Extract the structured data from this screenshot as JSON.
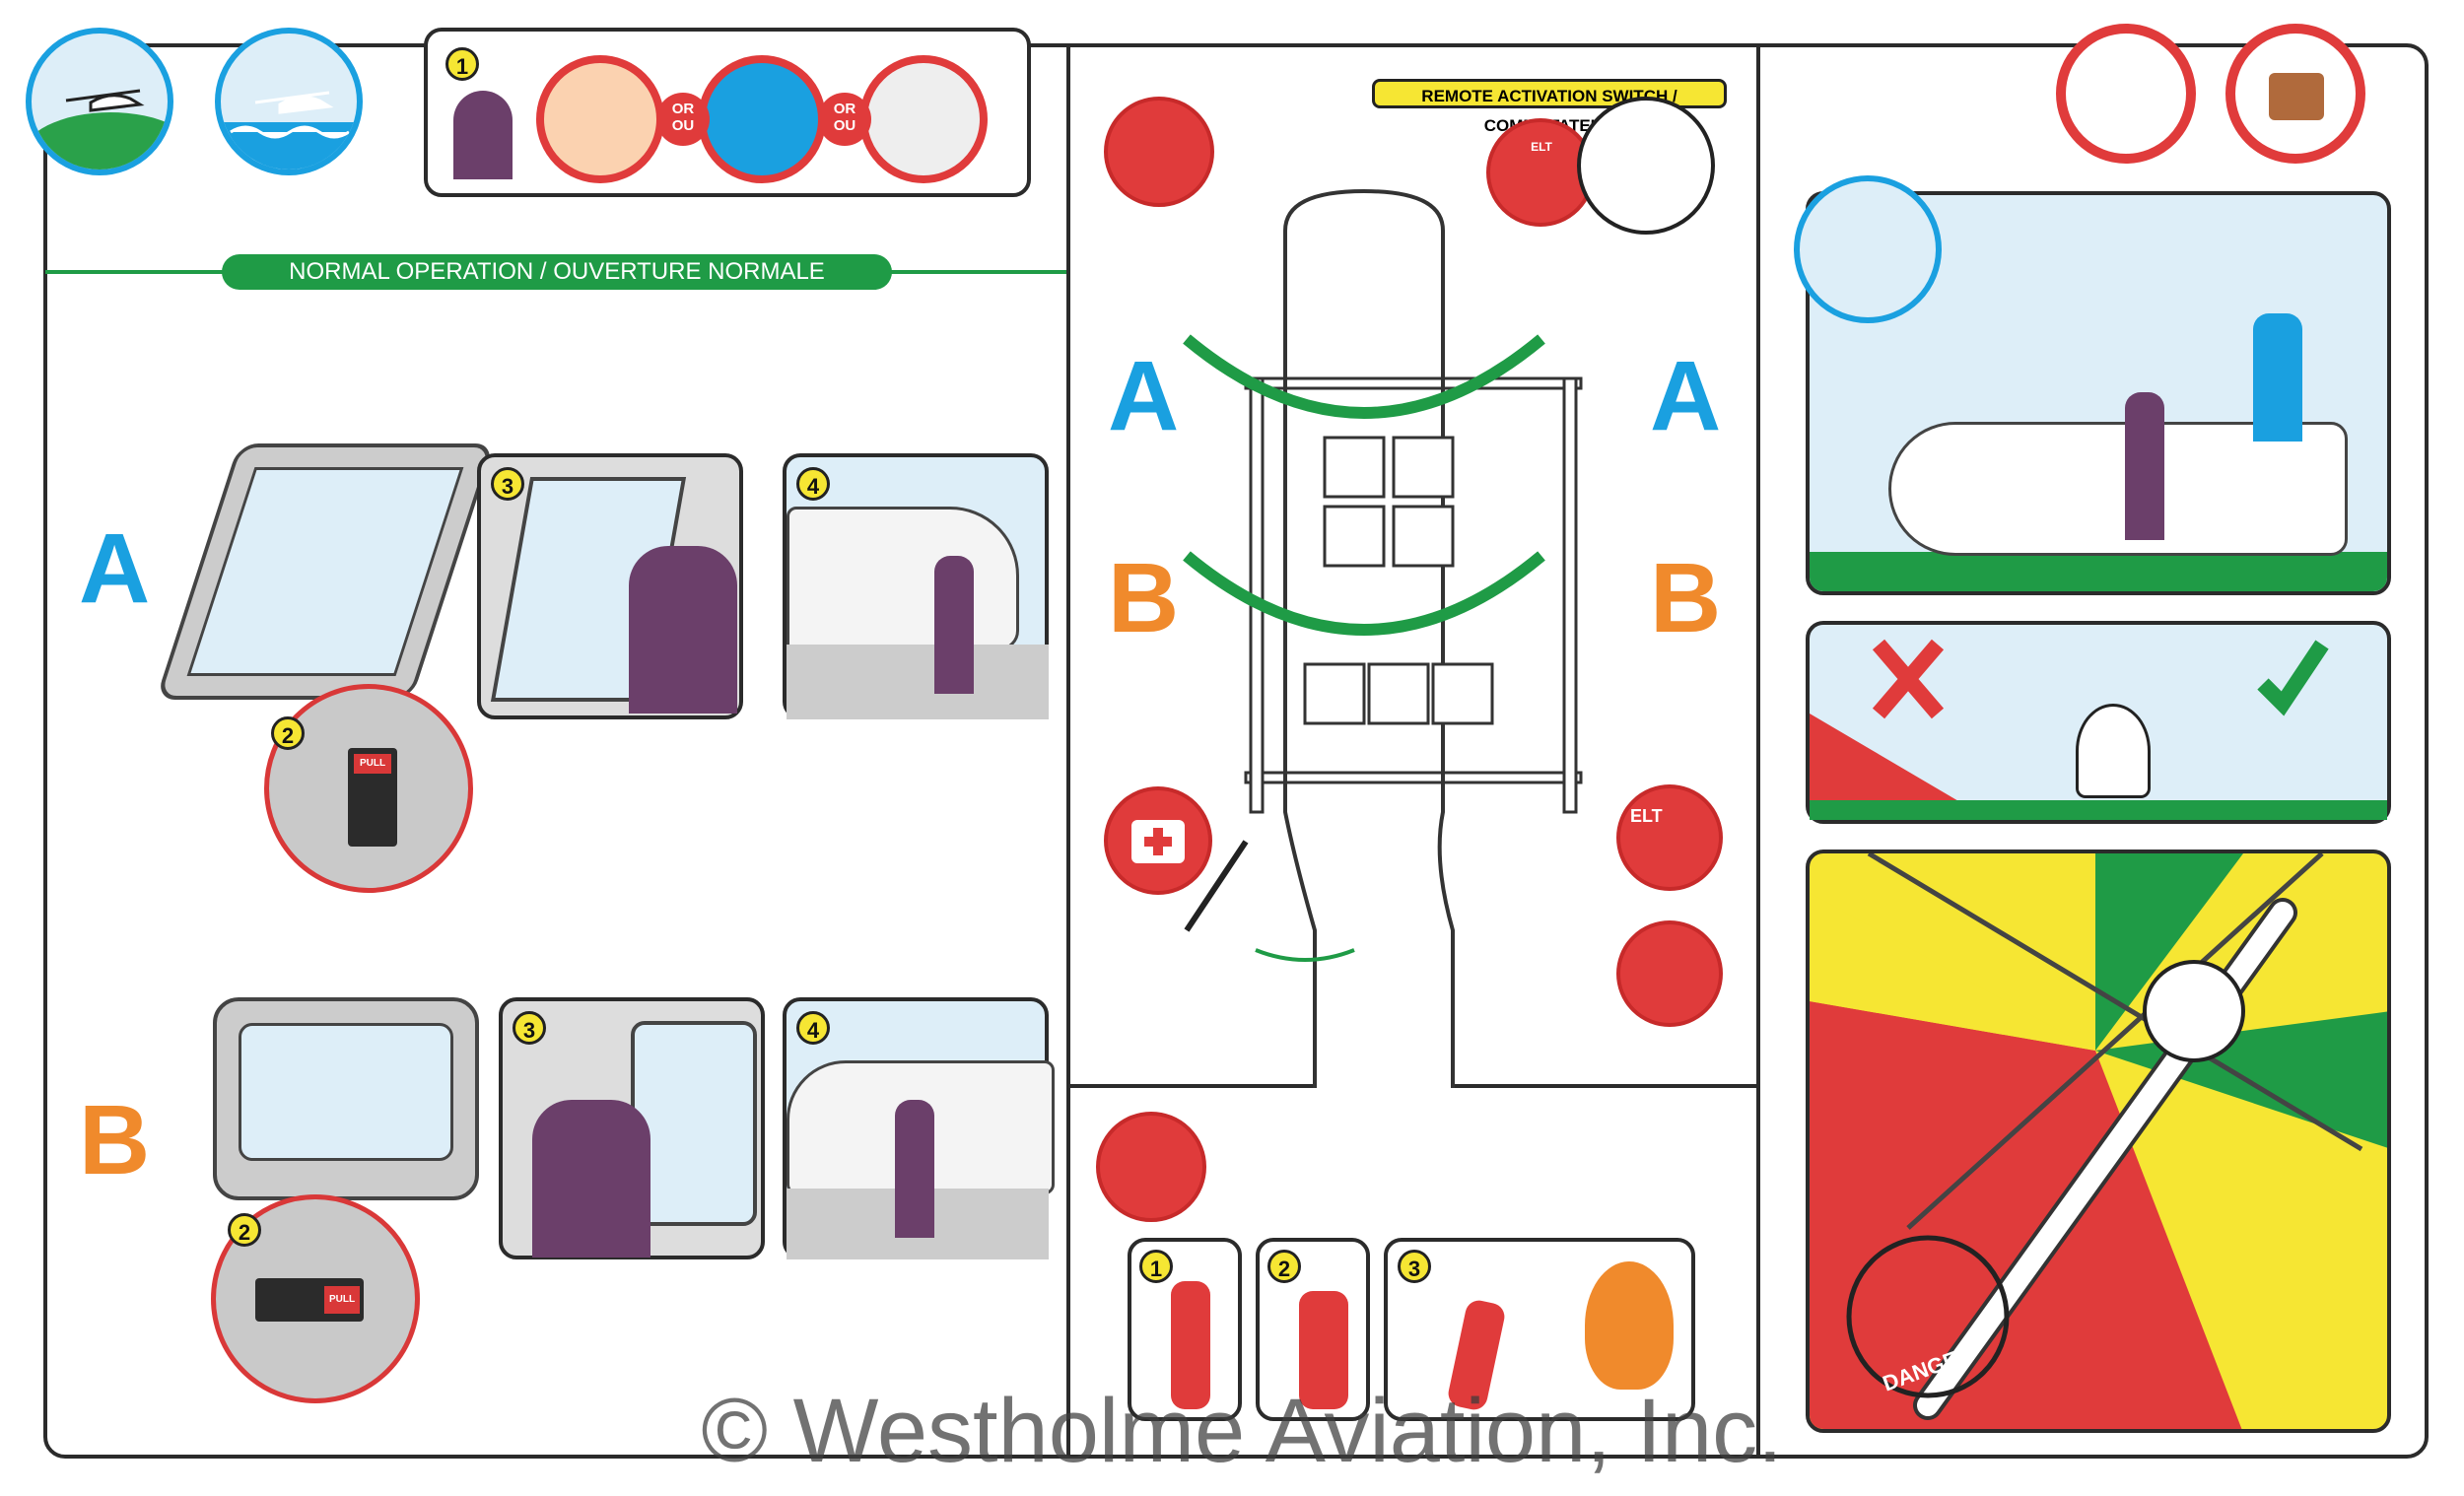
{
  "header": {
    "step_number": "1",
    "or_label_1": "OR",
    "ou_label_1": "OU",
    "or_label_2": "OR",
    "ou_label_2": "OU"
  },
  "normal_operation": {
    "banner": "NORMAL OPERATION / OUVERTURE NORMALE"
  },
  "section_a": {
    "letter": "A",
    "steps": [
      "2",
      "3",
      "4"
    ],
    "handle_label": "PULL"
  },
  "section_b": {
    "letter": "B",
    "steps": [
      "2",
      "3",
      "4"
    ],
    "handle_label": "PULL"
  },
  "cabin": {
    "switch_label": "REMOTE ACTIVATION SWITCH / COMMUTATEUR",
    "elt_switch_label": "ELT",
    "elt_label": "ELT",
    "exit_a_left": "A",
    "exit_a_right": "A",
    "exit_b_left": "B",
    "exit_b_right": "B"
  },
  "extinguisher": {
    "steps": [
      "1",
      "2",
      "3"
    ]
  },
  "danger_zone": {
    "danger_label": "DANGER"
  },
  "colors": {
    "green": "#1f9b46",
    "red": "#e03b3b",
    "yellow": "#f6e633",
    "blue": "#1aa0e0",
    "orange": "#f08a2c"
  },
  "watermark": "© Westholme Aviation, Inc."
}
